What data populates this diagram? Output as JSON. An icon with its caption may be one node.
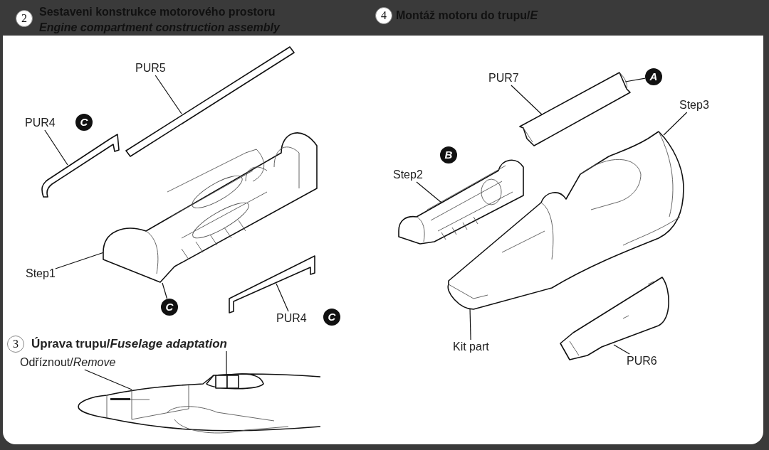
{
  "diagram": {
    "nodes": [
      {
        "text": [
          "2"
        ]
      },
      {
        "text": [
          "4"
        ]
      },
      {
        "text": [
          "PUR5"
        ]
      },
      {
        "text": [],
        "shape": "picture"
      },
      {
        "text": [
          "PUR4"
        ]
      },
      {
        "text": [
          "C"
        ]
      },
      {
        "text": [],
        "shape": "picture"
      },
      {
        "text": [],
        "shape": "picture"
      },
      {
        "text": [
          "Step1"
        ]
      },
      {
        "text": [
          "C"
        ]
      },
      {
        "text": [],
        "shape": "picture"
      },
      {
        "text": [
          "PUR4"
        ]
      },
      {
        "text": [
          "C"
        ]
      },
      {
        "text": [
          "PUR7"
        ]
      },
      {
        "text": [],
        "shape": "picture"
      },
      {
        "text": [
          "A"
        ]
      },
      {
        "text": [
          "Step3"
        ]
      },
      {
        "text": [],
        "shape": "picture"
      },
      {
        "text": [
          "B"
        ]
      },
      {
        "text": [
          "Step2"
        ]
      },
      {
        "text": [],
        "shape": "picture"
      },
      {
        "text": [
          "Kit part"
        ]
      },
      {
        "text": [
          "PUR6"
        ]
      },
      {
        "text": [],
        "shape": "picture"
      },
      {
        "text": [
          "3"
        ]
      },
      {
        "text": [
          "Úprava trupu/*Fuselage adaptation*"
        ]
      },
      {
        "text": [
          "Odříznout/*Remove*"
        ]
      },
      {
        "text": [],
        "shape": "picture"
      }
    ],
    "edges": [
      {
        "from": 2,
        "to": 3,
        "arrow": "none"
      },
      {
        "from": 4,
        "to": 6,
        "arrow": "none"
      },
      {
        "from": 8,
        "to": 7,
        "arrow": "none"
      },
      {
        "from": 9,
        "to": 7,
        "arrow": "none"
      },
      {
        "from": 11,
        "to": 10,
        "arrow": "none"
      },
      {
        "from": 13,
        "to": 14,
        "arrow": "none"
      },
      {
        "from": 15,
        "to": 14,
        "arrow": "none"
      },
      {
        "from": 16,
        "to": 17,
        "arrow": "none"
      },
      {
        "from": 19,
        "to": 20,
        "arrow": "none"
      },
      {
        "from": 21,
        "to": 17,
        "arrow": "none"
      },
      {
        "from": 22,
        "to": 23,
        "arrow": "none"
      },
      {
        "from": 25,
        "to": 27,
        "arrow": "none"
      },
      {
        "from": 26,
        "to": 27,
        "arrow": "none"
      }
    ],
    "labels": [
      "Sestaveni konstrukce motorového prostoru",
      "Engine compartment construction assembly",
      "Montáž motoru do trupu/*E*"
    ]
  }
}
